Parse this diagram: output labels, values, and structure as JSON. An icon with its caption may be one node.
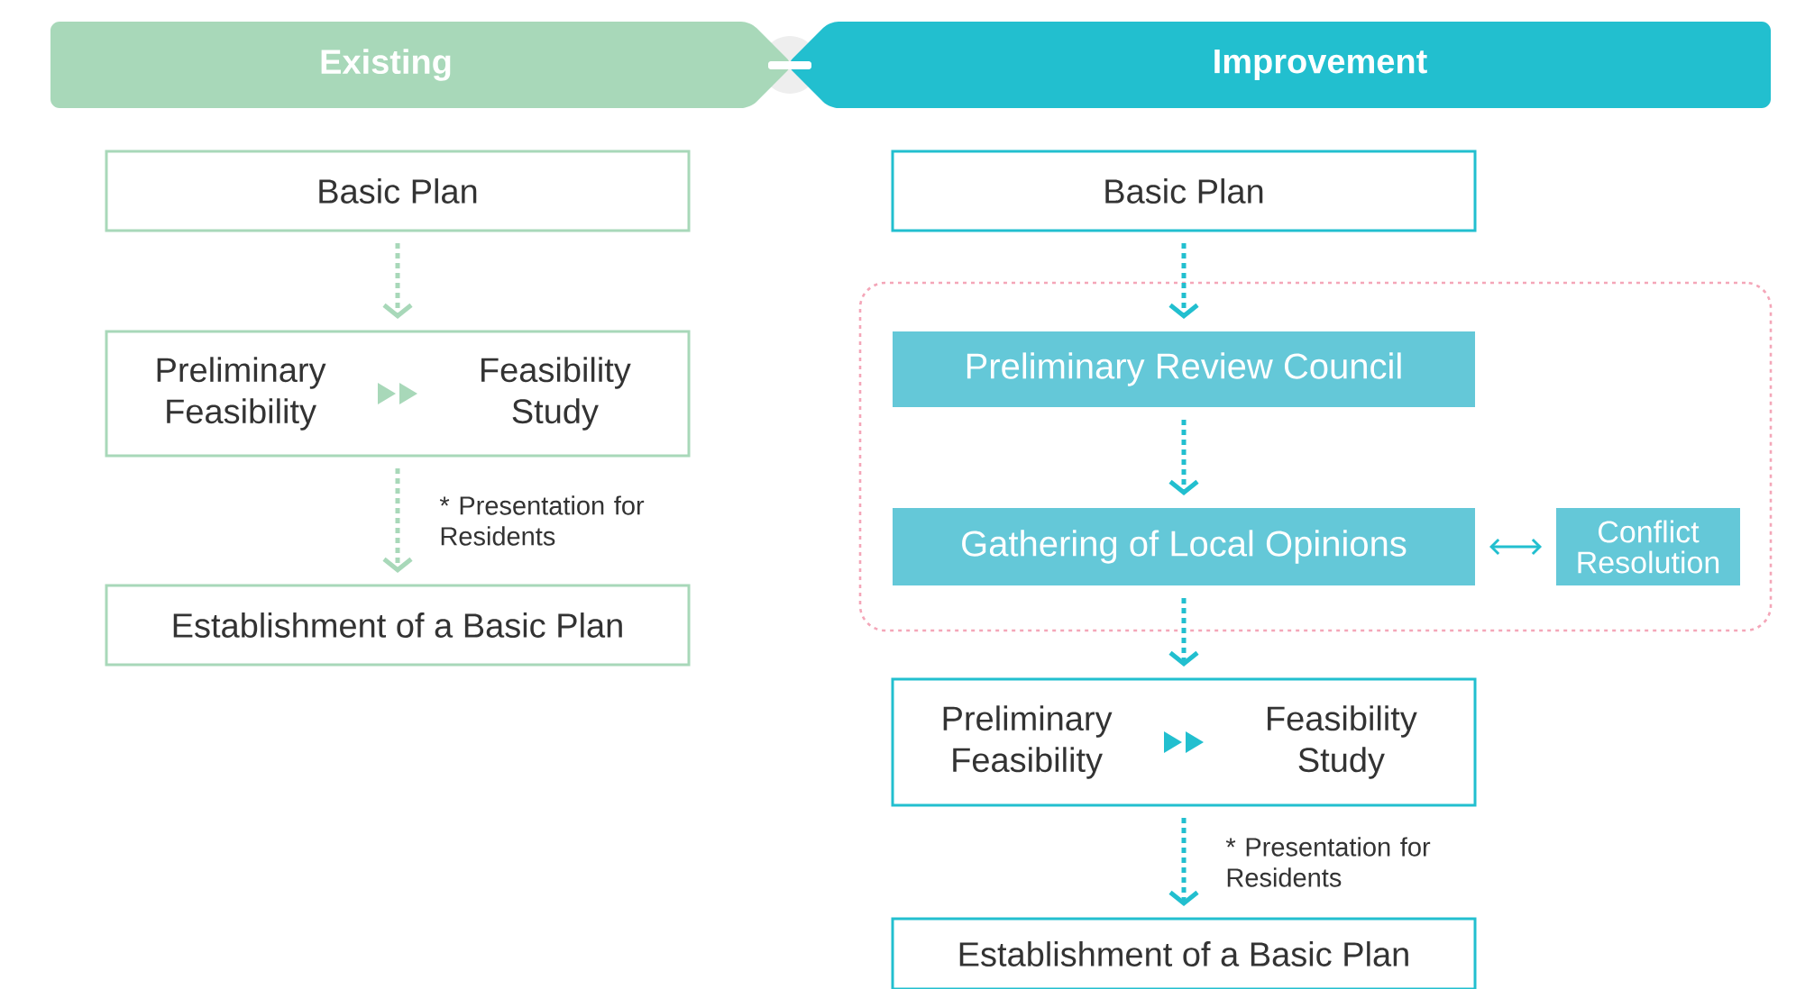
{
  "diagram": {
    "nodes": [
      {
        "text": [
          "Existing"
        ]
      },
      {
        "text": [
          "Improvement"
        ]
      },
      {
        "text": [
          "Basic Plan"
        ]
      },
      {
        "text": [
          "Preliminary Feasibility",
          "Feasibility Study"
        ]
      },
      {
        "text": [
          "Establishment of a Basic Plan"
        ]
      },
      {
        "text": [
          "Basic Plan"
        ]
      },
      {
        "text": [],
        "shape": "box"
      },
      {
        "text": [
          "Preliminary Review Council"
        ],
        "in": 6
      },
      {
        "text": [
          "Gathering of Local Opinions"
        ],
        "in": 6
      },
      {
        "text": [
          "Conflict Resolution"
        ],
        "in": 6
      },
      {
        "text": [
          "Preliminary Feasibility",
          "Feasibility Study"
        ]
      },
      {
        "text": [
          "Establishment of a Basic Plan"
        ]
      }
    ],
    "edges": [
      {
        "from": 2,
        "to": 3,
        "arrow": "to",
        "style": "dashed",
        "color": "#a8d8b9"
      },
      {
        "from": 3,
        "to": 4,
        "arrow": "to",
        "style": "dashed",
        "color": "#a8d8b9",
        "label": "* Presentation for Residents"
      },
      {
        "from": 5,
        "to": 7,
        "arrow": "to",
        "style": "dashed"
      },
      {
        "from": 7,
        "to": 8,
        "arrow": "to",
        "style": "dashed"
      },
      {
        "from": 8,
        "to": 9,
        "arrow": "both"
      },
      {
        "from": 8,
        "to": 10,
        "arrow": "to",
        "style": "dashed"
      },
      {
        "from": 10,
        "to": 11,
        "arrow": "to",
        "style": "dashed",
        "label": "* Presentation for Residents"
      }
    ]
  }
}
